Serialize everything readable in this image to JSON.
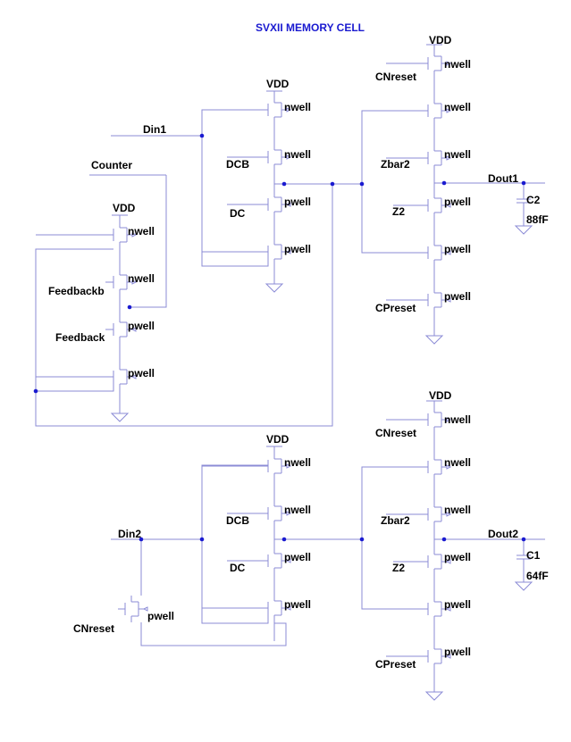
{
  "title": "SVXII MEMORY CELL",
  "labels": {
    "vdd": "VDD",
    "nwell": "nwell",
    "pwell": "pwell",
    "din1": "Din1",
    "din2": "Din2",
    "counter": "Counter",
    "feedbackb": "Feedbackb",
    "feedback": "Feedback",
    "dcb": "DCB",
    "dc": "DC",
    "cnreset": "CNreset",
    "cpreset": "CPreset",
    "zbar2": "Zbar2",
    "z2": "Z2",
    "dout1": "Dout1",
    "dout2": "Dout2",
    "c1": "C1",
    "c2": "C2",
    "c1_value": "64fF",
    "c2_value": "88fF"
  },
  "colors": {
    "wire": "#8b8bd6",
    "node": "#1a1ad0",
    "title": "#1a1ad0",
    "text": "#000000"
  }
}
